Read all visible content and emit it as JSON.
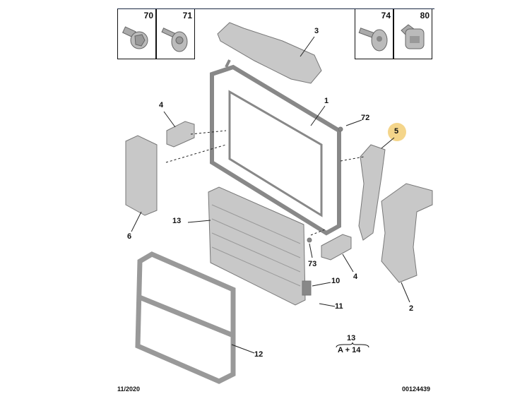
{
  "fastener_boxes": [
    {
      "ref": "70",
      "icon": "hex-flange-bolt-icon"
    },
    {
      "ref": "71",
      "icon": "washer-bolt-icon"
    },
    {
      "ref": "74",
      "icon": "torx-bolt-icon"
    },
    {
      "ref": "80",
      "icon": "clip-nut-icon"
    }
  ],
  "callouts": {
    "c3": "3",
    "c1": "1",
    "c72": "72",
    "c5": "5",
    "c4a": "4",
    "c6": "6",
    "c13": "13",
    "c73": "73",
    "c4b": "4",
    "c10": "10",
    "c11": "11",
    "c2": "2",
    "c12": "12"
  },
  "assembly_note": {
    "top": "13",
    "bottom": "A + 14"
  },
  "footer": {
    "date": "11/2020",
    "diagram_number": "00124439"
  },
  "highlight_color": "#f4d58a"
}
